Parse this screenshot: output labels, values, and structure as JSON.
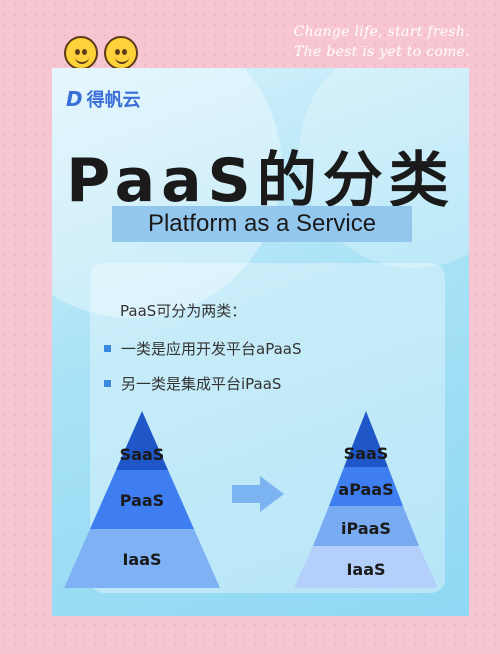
{
  "slogan": {
    "line1": "Change life, start fresh.",
    "line2": "The best is yet to come."
  },
  "logo": {
    "mark": "D",
    "text": "得帆云"
  },
  "title": "PaaS的分类",
  "subtitle": "Platform as a Service",
  "intro": "PaaS可分为两类：",
  "bullets": [
    "一类是应用开发平台aPaaS",
    "另一类是集成平台iPaaS"
  ],
  "left_pyramid": {
    "tiers": [
      "SaaS",
      "PaaS",
      "IaaS"
    ]
  },
  "right_pyramid": {
    "tiers": [
      "SaaS",
      "aPaaS",
      "iPaaS",
      "IaaS"
    ]
  },
  "colors": {
    "left_tiers": [
      "#1f57c9",
      "#3f7ef0",
      "#7fb1f5"
    ],
    "right_tiers": [
      "#1f57c9",
      "#3f7ef0",
      "#79abf3",
      "#b4d0fa"
    ],
    "arrow": "#7cb4f2",
    "accent": "#3b6fd8"
  }
}
